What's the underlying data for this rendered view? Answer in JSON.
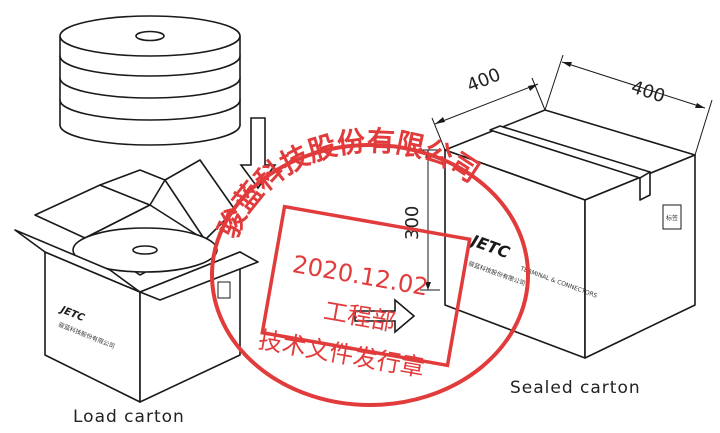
{
  "captions": {
    "load": "Load carton",
    "sealed": "Sealed carton"
  },
  "dimensions": {
    "width": "400",
    "depth": "400",
    "height": "300"
  },
  "box_labels": {
    "brand": "JETC",
    "brand_sub": "TERMINAL & CONNECTORS",
    "company": "骏蓝科技股份有限公司",
    "side_tag": "标签"
  },
  "stamp": {
    "company_arc": "骏蓝科技股份有限公司",
    "date": "2020.12.02",
    "dept": "工程部",
    "seal_name": "技术文件发行章",
    "color": "#e23b3b"
  },
  "colors": {
    "line": "#1a1a1a",
    "stamp": "#e23b3b"
  }
}
